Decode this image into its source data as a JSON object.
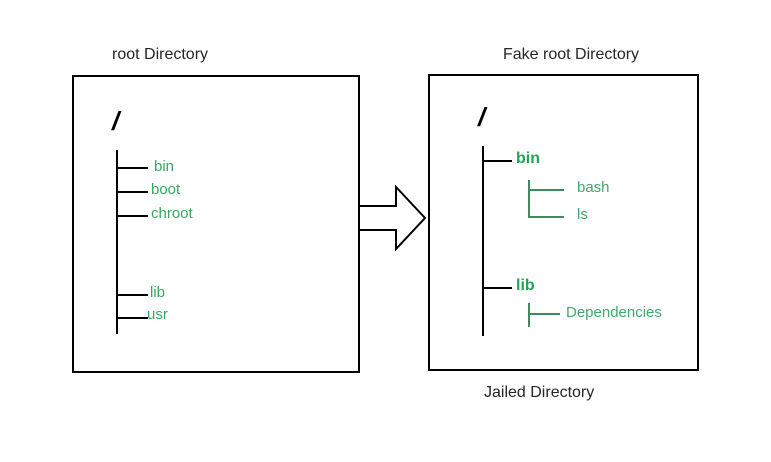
{
  "diagram": {
    "title_left": "root Directory",
    "title_right": "Fake root Directory",
    "caption_bottom": "Jailed Directory",
    "arrow": "right-block-arrow",
    "colors": {
      "outline": "#000000",
      "node_text": "#35a85f",
      "node_bold": "#23a455",
      "subtree_line": "#3f8a5f",
      "caption_text": "#262626",
      "background": "#ffffff"
    }
  },
  "left_panel": {
    "name": "root-directory-panel",
    "root_label": "/",
    "children": [
      {
        "label": "bin"
      },
      {
        "label": "boot"
      },
      {
        "label": "chroot"
      },
      {
        "label": "lib"
      },
      {
        "label": "usr"
      }
    ]
  },
  "right_panel": {
    "name": "fake-root-directory-panel",
    "root_label": "/",
    "children": [
      {
        "label": "bin",
        "bold": true,
        "children": [
          {
            "label": "bash"
          },
          {
            "label": "ls"
          }
        ]
      },
      {
        "label": "lib",
        "bold": true,
        "children": [
          {
            "label": "Dependencies"
          }
        ]
      }
    ]
  }
}
